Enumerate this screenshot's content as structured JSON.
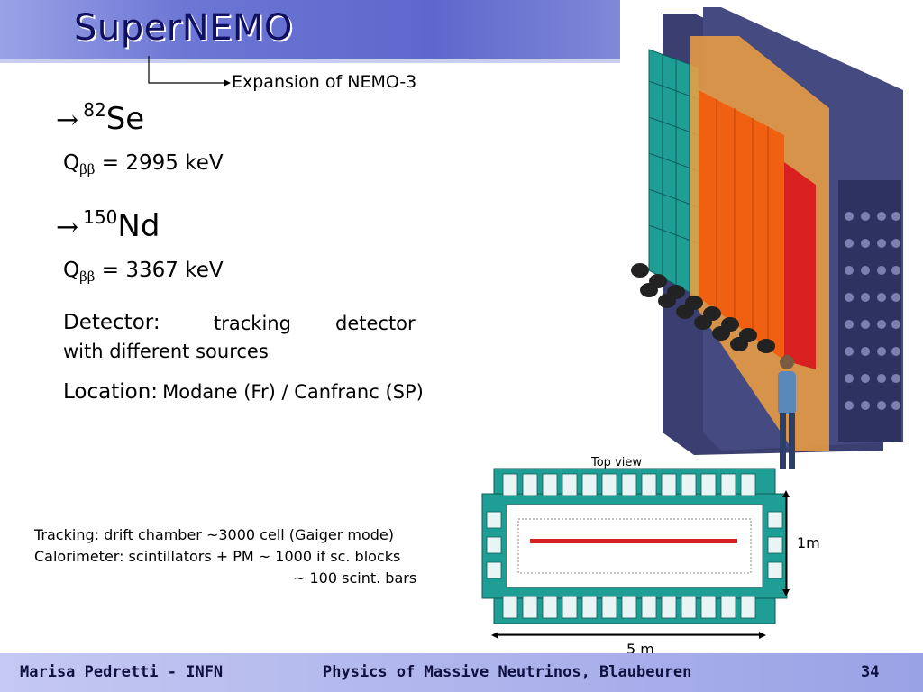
{
  "title": "SuperNEMO",
  "expansion": "Expansion of NEMO-3",
  "isotopes": [
    {
      "arrow": "→",
      "mass": "82",
      "element": "Se",
      "q_label": "Q",
      "q_sub": "ββ",
      "q_value": " = 2995 keV"
    },
    {
      "arrow": "→",
      "mass": "150",
      "element": "Nd",
      "q_label": "Q",
      "q_sub": "ββ",
      "q_value": " = 3367 keV"
    }
  ],
  "detector": {
    "label": "Detector:",
    "line1_word1": "tracking",
    "line1_word2": "detector",
    "line2": "with different sources"
  },
  "location": {
    "label": "Location:",
    "value": "Modane (Fr) / Canfranc (SP)"
  },
  "top_view": {
    "label": "Top view",
    "height": "1m",
    "width": "5 m"
  },
  "specs": [
    "Tracking: drift chamber ~3000 cell (Gaiger mode)",
    "Calorimeter: scintillators + PM ~ 1000 if sc. blocks",
    "~  100 scint. bars"
  ],
  "footer": {
    "author": "Marisa Pedretti - INFN",
    "event": "Physics of Massive Neutrinos, Blaubeuren",
    "page": "34"
  },
  "colors": {
    "title_text": "#101060",
    "teal": "#1f9e96",
    "red_source": "#d82020",
    "orange": "#f06010",
    "frame": "#3a3e70"
  }
}
